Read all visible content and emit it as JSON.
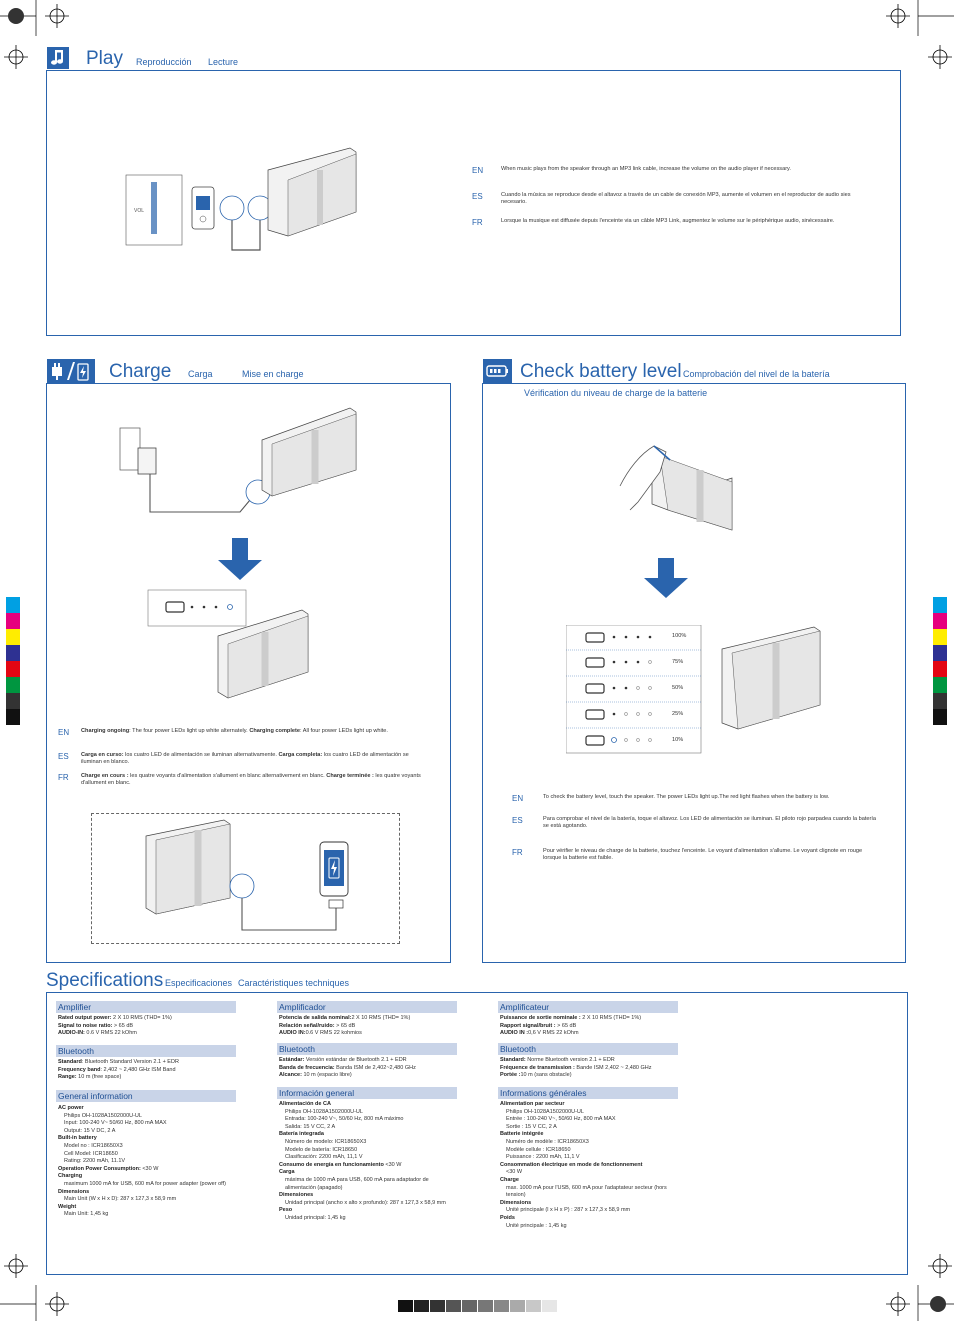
{
  "play": {
    "title": "Play",
    "sub1": "Reproducción",
    "sub2": "Lecture",
    "icon": "music-note-icon",
    "vol_label": "VOL",
    "en_tag": "EN",
    "es_tag": "ES",
    "fr_tag": "FR",
    "en": "When music plays from the speaker through an MP3 link cable,  increase the volume on the audio player if necessary.",
    "es": "Cuando la música se reproduce desde el altavoz a través de un cable de conexión MP3, aumente el volumen en el reproductor de audio sies necesario.",
    "fr": "Lorsque la musique est diffusée depuis l'enceinte via un câble MP3 Link, augmentez le volume sur le périphérique audio, sinécessaire."
  },
  "charge": {
    "title": "Charge",
    "sub1": "Carga",
    "sub2": "Mise en charge",
    "icon": "plug-battery-icon",
    "en_tag": "EN",
    "es_tag": "ES",
    "fr_tag": "FR",
    "en_b1": "Charging ongoing",
    "en_t1": ": The four power LEDs light up white alternately.",
    "en_b2": "Charging complete",
    "en_t2": ":  All four power LEDs light up white.",
    "es_b1": "Carga en curso:",
    "es_t1": " los cuatro LED de alimentación se iluminan alternativamente.",
    "es_b2": "Carga completa:",
    "es_t2": " los cuatro LED de alimentación se iluminan en blanco.",
    "fr_b1": "Charge en cours :",
    "fr_t1": " les quatre voyants d'alimentation s'allument en blanc alternativement en blanc.",
    "fr_b2": "Charge terminée :",
    "fr_t2": " les quatre voyants d'allument en blanc."
  },
  "battery": {
    "title": "Check battery level",
    "sub1": "Comprobación del nivel de la batería",
    "sub2": "Vérification du niveau de charge de la batterie",
    "icon": "battery-icon",
    "levels": [
      "100%",
      "75%",
      "50%",
      "25%",
      "10%"
    ],
    "en_tag": "EN",
    "es_tag": "ES",
    "fr_tag": "FR",
    "en": "To check the battery level, touch the speaker. The power LEDs light up.The red light flashes when the battery is low.",
    "es": "Para comprobar el nivel de la batería, toque el altavoz. Los LED de alimentación se iluminan. El piloto rojo parpadea cuando la batería se está agotando.",
    "fr": "Pour vérifier le niveau de charge de la batterie, touchez l'enceinte.  Le voyant d'alimentation s'allume. Le voyant clignote en rouge lorsque la batterie est faible."
  },
  "specs": {
    "title": "Specifications",
    "sub1": "Especificaciones",
    "sub2": "Caractéristiques techniques",
    "en": {
      "amp_h": "Amplifier",
      "amp1_b": "Rated output power:",
      "amp1_t": " 2 X 10 RMS (THD= 1%)",
      "amp2_b": "Signal to noise ratio:",
      "amp2_t": "  > 65 dB",
      "amp3_b": "AUDIO-IN:",
      "amp3_t": " 0.6 V RMS 22 kOhm",
      "bt_h": "Bluetooth",
      "bt1_b": "Standard",
      "bt1_t": ": Bluetooth Standard Version 2.1 + EDR",
      "bt2_b": "Frequency band",
      "bt2_t": ": 2,402 ~ 2,480 GHz ISM Band",
      "bt3_b": "Range:",
      "bt3_t": " 10 m (free space)",
      "gi_h": "General information",
      "ac_b": "AC power",
      "ac1": "Philips OH-1028A1502000U-UL",
      "ac2": "Input: 100-240 V~ 50/60 Hz, 800 mA MAX",
      "ac3": "Output: 15 V DC, 2 A",
      "bb_b": "Built-in battery",
      "bb1": "Model no : ICR18650X3",
      "bb2": "Cell Model: ICR18650",
      "bb3": "Rating: 2200 mAh, 11.1V",
      "op_b": "Operation Power Consumption:",
      "op_t": " <30 W",
      "ch_b": "Charging",
      "ch1": "maximum 1000 mA for USB, 600 mA for power adapter (power off)",
      "dim_b": "Dimensions",
      "dim1": "Main Unit (W x H x D): 287 x 127,3 x 58,9 mm",
      "w_b": "Weight",
      "w1": "Main Unit: 1,45 kg"
    },
    "es": {
      "amp_h": "Amplificador",
      "amp1_b": "Potencia de salida nominal:",
      "amp1_t": "2 X 10 RMS (THD= 1%)",
      "amp2_b": "Relación señal/ruido:",
      "amp2_t": "  > 65 dB",
      "amp3_b": "AUDIO IN:",
      "amp3_t": "0.6 V RMS 22 kohmios",
      "bt_h": "Bluetooth",
      "bt1_b": "Estándar:",
      "bt1_t": " Versión estándar de Bluetooth 2.1 + EDR",
      "bt2_b": "Banda de frecuencia:",
      "bt2_t": " Banda ISM de 2,402~2,480 GHz",
      "bt3_b": "Alcance:",
      "bt3_t": " 10 m (espacio libre)",
      "gi_h": "Información general",
      "ac_b": "Alimentación de CA",
      "ac1": "Philips OH-1028A1502000U-UL",
      "ac2": "Entrada: 100-240 V~, 50/60 Hz, 800 mA máximo",
      "ac3": "Salida: 15 V CC, 2 A",
      "bb_b": "Batería integrada",
      "bb1": "Número de modelo: ICR18650X3",
      "bb2": "Modelo de batería: ICR18650",
      "bb3": "Clasificación: 2200 mAh, 11,1 V",
      "op_b": "Consumo de energía en funcionamiento",
      "op_t": "  <30 W",
      "ch_b": "Carga",
      "ch1": "máxima de 1000 mA para USB, 600 mA para adaptador de alimentación (apagado)",
      "dim_b": "Dimensiones",
      "dim1": "Unidad principal (ancho x alto x profundo): 287 x 127,3 x 58,9 mm",
      "w_b": "Peso",
      "w1": "Unidad principal: 1,45 kg"
    },
    "fr": {
      "amp_h": "Amplificateur",
      "amp1_b": "Puissance de sortie nominale :",
      "amp1_t": " 2 X 10 RMS (THD= 1%)",
      "amp2_b": "Rapport signal/bruit :",
      "amp2_t": "  > 65 dB",
      "amp3_b": "AUDIO IN :",
      "amp3_t": "0,6 V RMS 22 kOhm",
      "bt_h": "Bluetooth",
      "bt1_b": "Standard:",
      "bt1_t": " Norme Bluetooth version 2.1 + EDR",
      "bt2_b": "Fréquence de transmission :",
      "bt2_t": "  Bande ISM 2,402 ~ 2,480 GHz",
      "bt3_b": "Portée :",
      "bt3_t": "10 m (sans obstacle)",
      "gi_h": "Informations générales",
      "ac_b": "Alimentation par secteur",
      "ac1": "Philips OH-1028A1502000U-UL",
      "ac2": "Entrée : 100-240 V~, 50/60 Hz, 800 mA MAX",
      "ac3": "Sortie : 15 V CC, 2 A",
      "bb_b": "Batterie intégrée",
      "bb1": "Numéro de modèle : ICR18650X3",
      "bb2": "Modèle cellule : ICR18650",
      "bb3": "Puissance : 2200 mAh, 11,1 V",
      "op_b": "Consommation électrique en mode de fonctionnement",
      "op_t": "",
      "op2": "<30 W",
      "ch_b": "Charge",
      "ch1": "max. 1000 mA pour l'USB, 600 mA pour l'adaptateur secteur (hors tension)",
      "dim_b": "Dimensions",
      "dim1": "Unité principale (l x H x P) : 287 x 127,3 x 58,9 mm",
      "w_b": "Poids",
      "w1": "Unité principale : 1,45 kg"
    }
  },
  "colors": {
    "accent": "#2a64ad",
    "header_fill": "#c9d4e8"
  }
}
